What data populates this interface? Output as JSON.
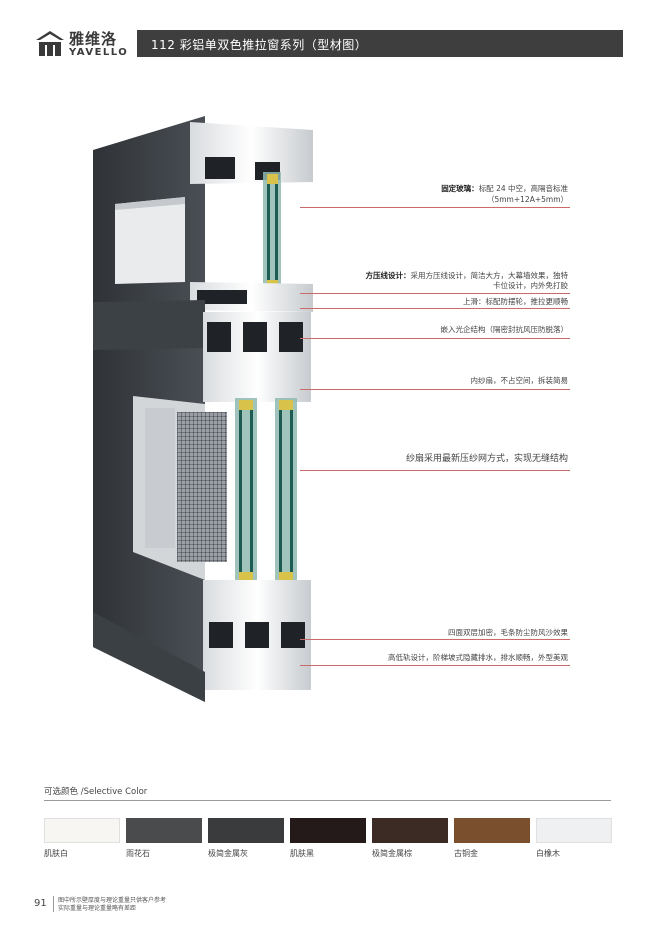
{
  "header": {
    "brand_cn": "雅维洛",
    "brand_en": "YAVELLO",
    "title": "112 彩铝单双色推拉窗系列（型材图）"
  },
  "callouts": [
    {
      "bold": "固定玻璃：",
      "text": "标配 24 中空，高隔音标准",
      "sub": "（5mm+12A+5mm）"
    },
    {
      "bold": "方压线设计：",
      "text": "采用方压线设计，简洁大方，大幕墙效果，独特",
      "sub": "卡位设计，内外免打胶"
    },
    {
      "bold": "",
      "text": "上滑：标配防摆轮，推拉更顺畅",
      "sub": ""
    },
    {
      "bold": "",
      "text": "嵌入光企结构（隔密封抗风压防脱落）",
      "sub": ""
    },
    {
      "bold": "",
      "text": "内纱扇，不占空间，拆装简易",
      "sub": ""
    },
    {
      "bold": "",
      "text": "纱扇采用最新压纱网方式，实现无缝结构",
      "sub": ""
    },
    {
      "bold": "",
      "text": "四面双层加密，毛条防尘防风沙效果",
      "sub": ""
    },
    {
      "bold": "",
      "text": "高低轨设计，阶梯坡式隐藏排水，排水顺畅，外型美观",
      "sub": ""
    }
  ],
  "colors": {
    "title": "可选颜色 /Selective Color",
    "swatches": [
      {
        "label": "肌肤白",
        "color": "#f7f6f2"
      },
      {
        "label": "雨花石",
        "color": "#4a4b4d"
      },
      {
        "label": "极简金属灰",
        "color": "#3a3b3d"
      },
      {
        "label": "肌肤黑",
        "color": "#241a1a"
      },
      {
        "label": "极简金属棕",
        "color": "#3c2b25"
      },
      {
        "label": "古铜金",
        "color": "#7a4f2e"
      },
      {
        "label": "白橡木",
        "color": "#eef0f2"
      }
    ]
  },
  "footer": {
    "page": "91",
    "note_line1": "图中所示壁厚度与理论重量只供客户参考",
    "note_line2": "实际重量与理论重量略有差距"
  }
}
